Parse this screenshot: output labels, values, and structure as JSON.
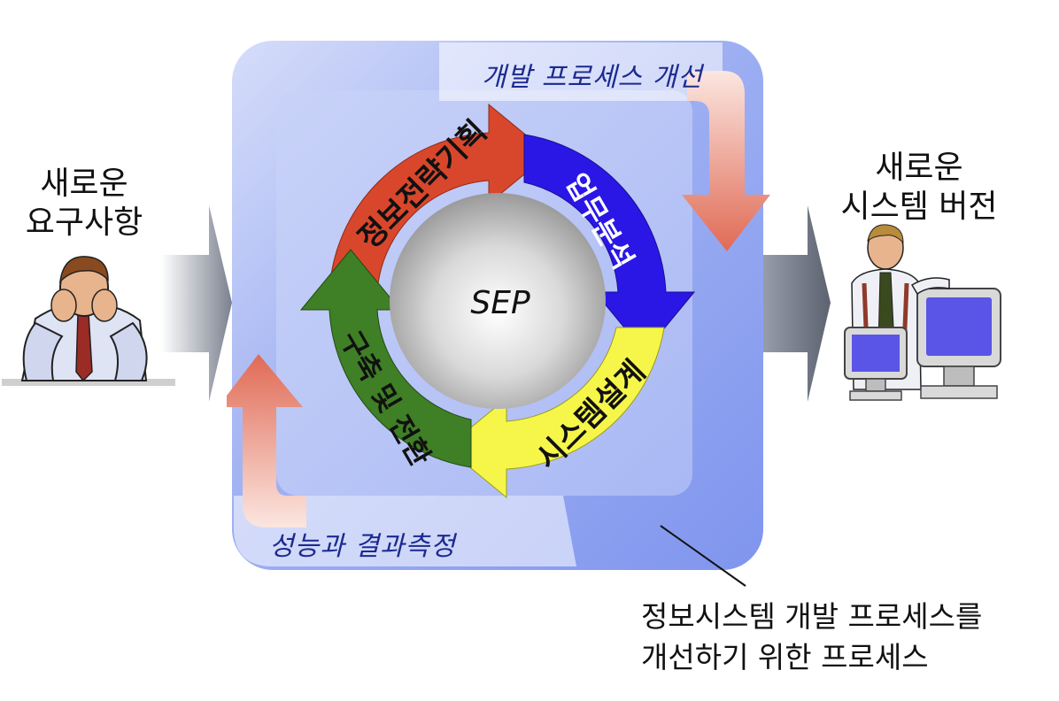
{
  "left_label": [
    "새로운",
    "요구사항"
  ],
  "right_label": [
    "새로운",
    "시스템 버전"
  ],
  "top_process_label": "개발 프로세스 개선",
  "bottom_process_label": "성능과 결과측정",
  "center_label": "SEP",
  "cycle_segments": [
    {
      "label": "정보전략기획",
      "color": "#d8472c"
    },
    {
      "label": "업무분석",
      "color": "#2a17e6"
    },
    {
      "label": "시스템설계",
      "color": "#f6f64a"
    },
    {
      "label": "구축 및 전환",
      "color": "#3f7f26"
    }
  ],
  "callout_text": [
    "정보시스템 개발 프로세스를",
    "개선하기 위한 프로세스"
  ],
  "colors": {
    "panel_blue": "#7f95ee",
    "panel_light": "#b9c6f7",
    "process_label": "#1c2a8f",
    "feedback_arrow_red": "#e06a55"
  }
}
